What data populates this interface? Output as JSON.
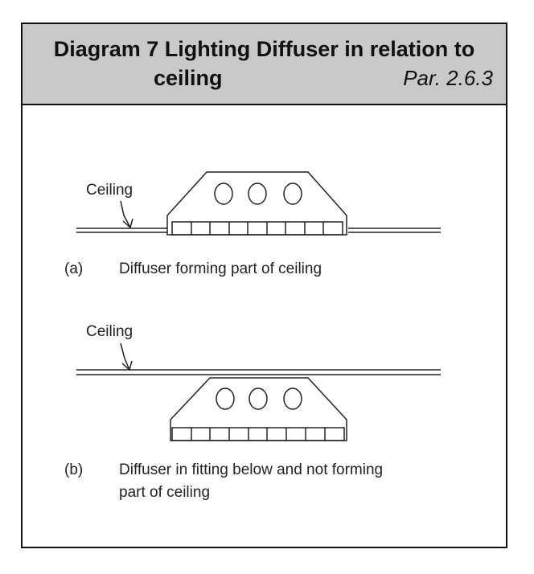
{
  "header": {
    "title_line1": "Diagram 7 Lighting Diffuser in relation to",
    "title_line2": "ceiling",
    "paragraph_ref": "Par. 2.6.3"
  },
  "figure_a": {
    "ceiling_label": "Ceiling",
    "tag": "(a)",
    "caption": "Diffuser forming part of ceiling"
  },
  "figure_b": {
    "ceiling_label": "Ceiling",
    "tag": "(b)",
    "caption_line1": "Diffuser in fitting below and not forming",
    "caption_line2": "part of ceiling"
  }
}
